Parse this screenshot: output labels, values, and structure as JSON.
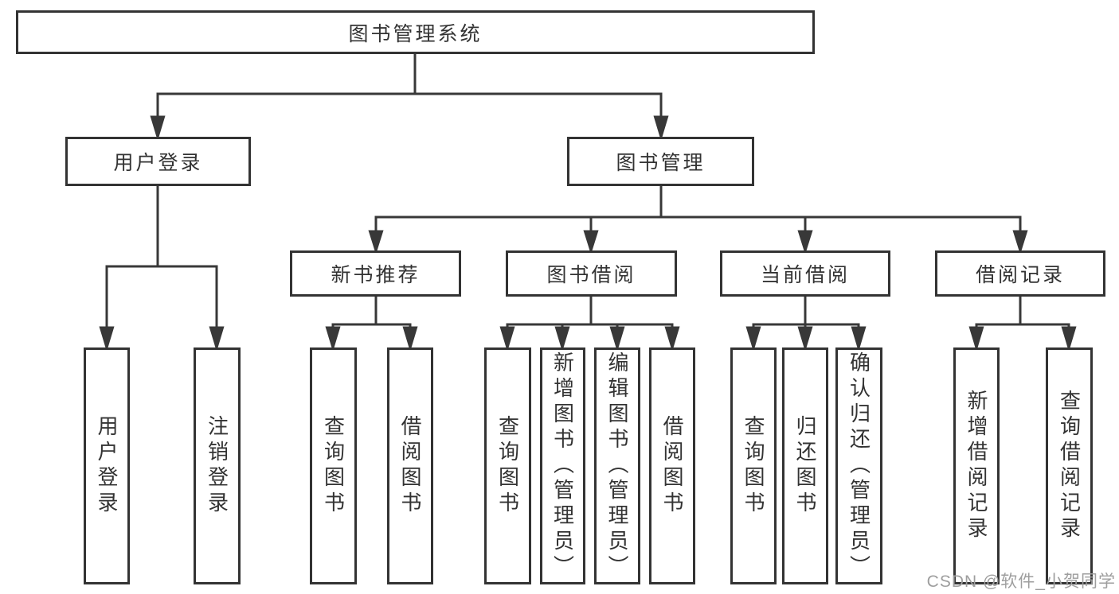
{
  "diagram": {
    "root": {
      "label": "图书管理系统"
    },
    "branches": [
      {
        "label": "用户登录",
        "children": [
          {
            "label": "用户登录"
          },
          {
            "label": "注销登录"
          }
        ]
      },
      {
        "label": "图书管理",
        "children": [
          {
            "label": "新书推荐",
            "children": [
              {
                "label": "查询图书"
              },
              {
                "label": "借阅图书"
              }
            ]
          },
          {
            "label": "图书借阅",
            "children": [
              {
                "label": "查询图书"
              },
              {
                "label": "新增图书（管理员）"
              },
              {
                "label": "编辑图书（管理员）"
              },
              {
                "label": "借阅图书"
              }
            ]
          },
          {
            "label": "当前借阅",
            "children": [
              {
                "label": "查询图书"
              },
              {
                "label": "归还图书"
              },
              {
                "label": "确认归还（管理员）"
              }
            ]
          },
          {
            "label": "借阅记录",
            "children": [
              {
                "label": "新增借阅记录"
              },
              {
                "label": "查询借阅记录"
              }
            ]
          }
        ]
      }
    ]
  },
  "watermark": {
    "text": "CSDN @软件_小贺同学"
  },
  "colors": {
    "line": "#383838",
    "box_border": "#333333",
    "text": "#333333",
    "watermark": "#9e9e9e",
    "background": "#ffffff"
  }
}
